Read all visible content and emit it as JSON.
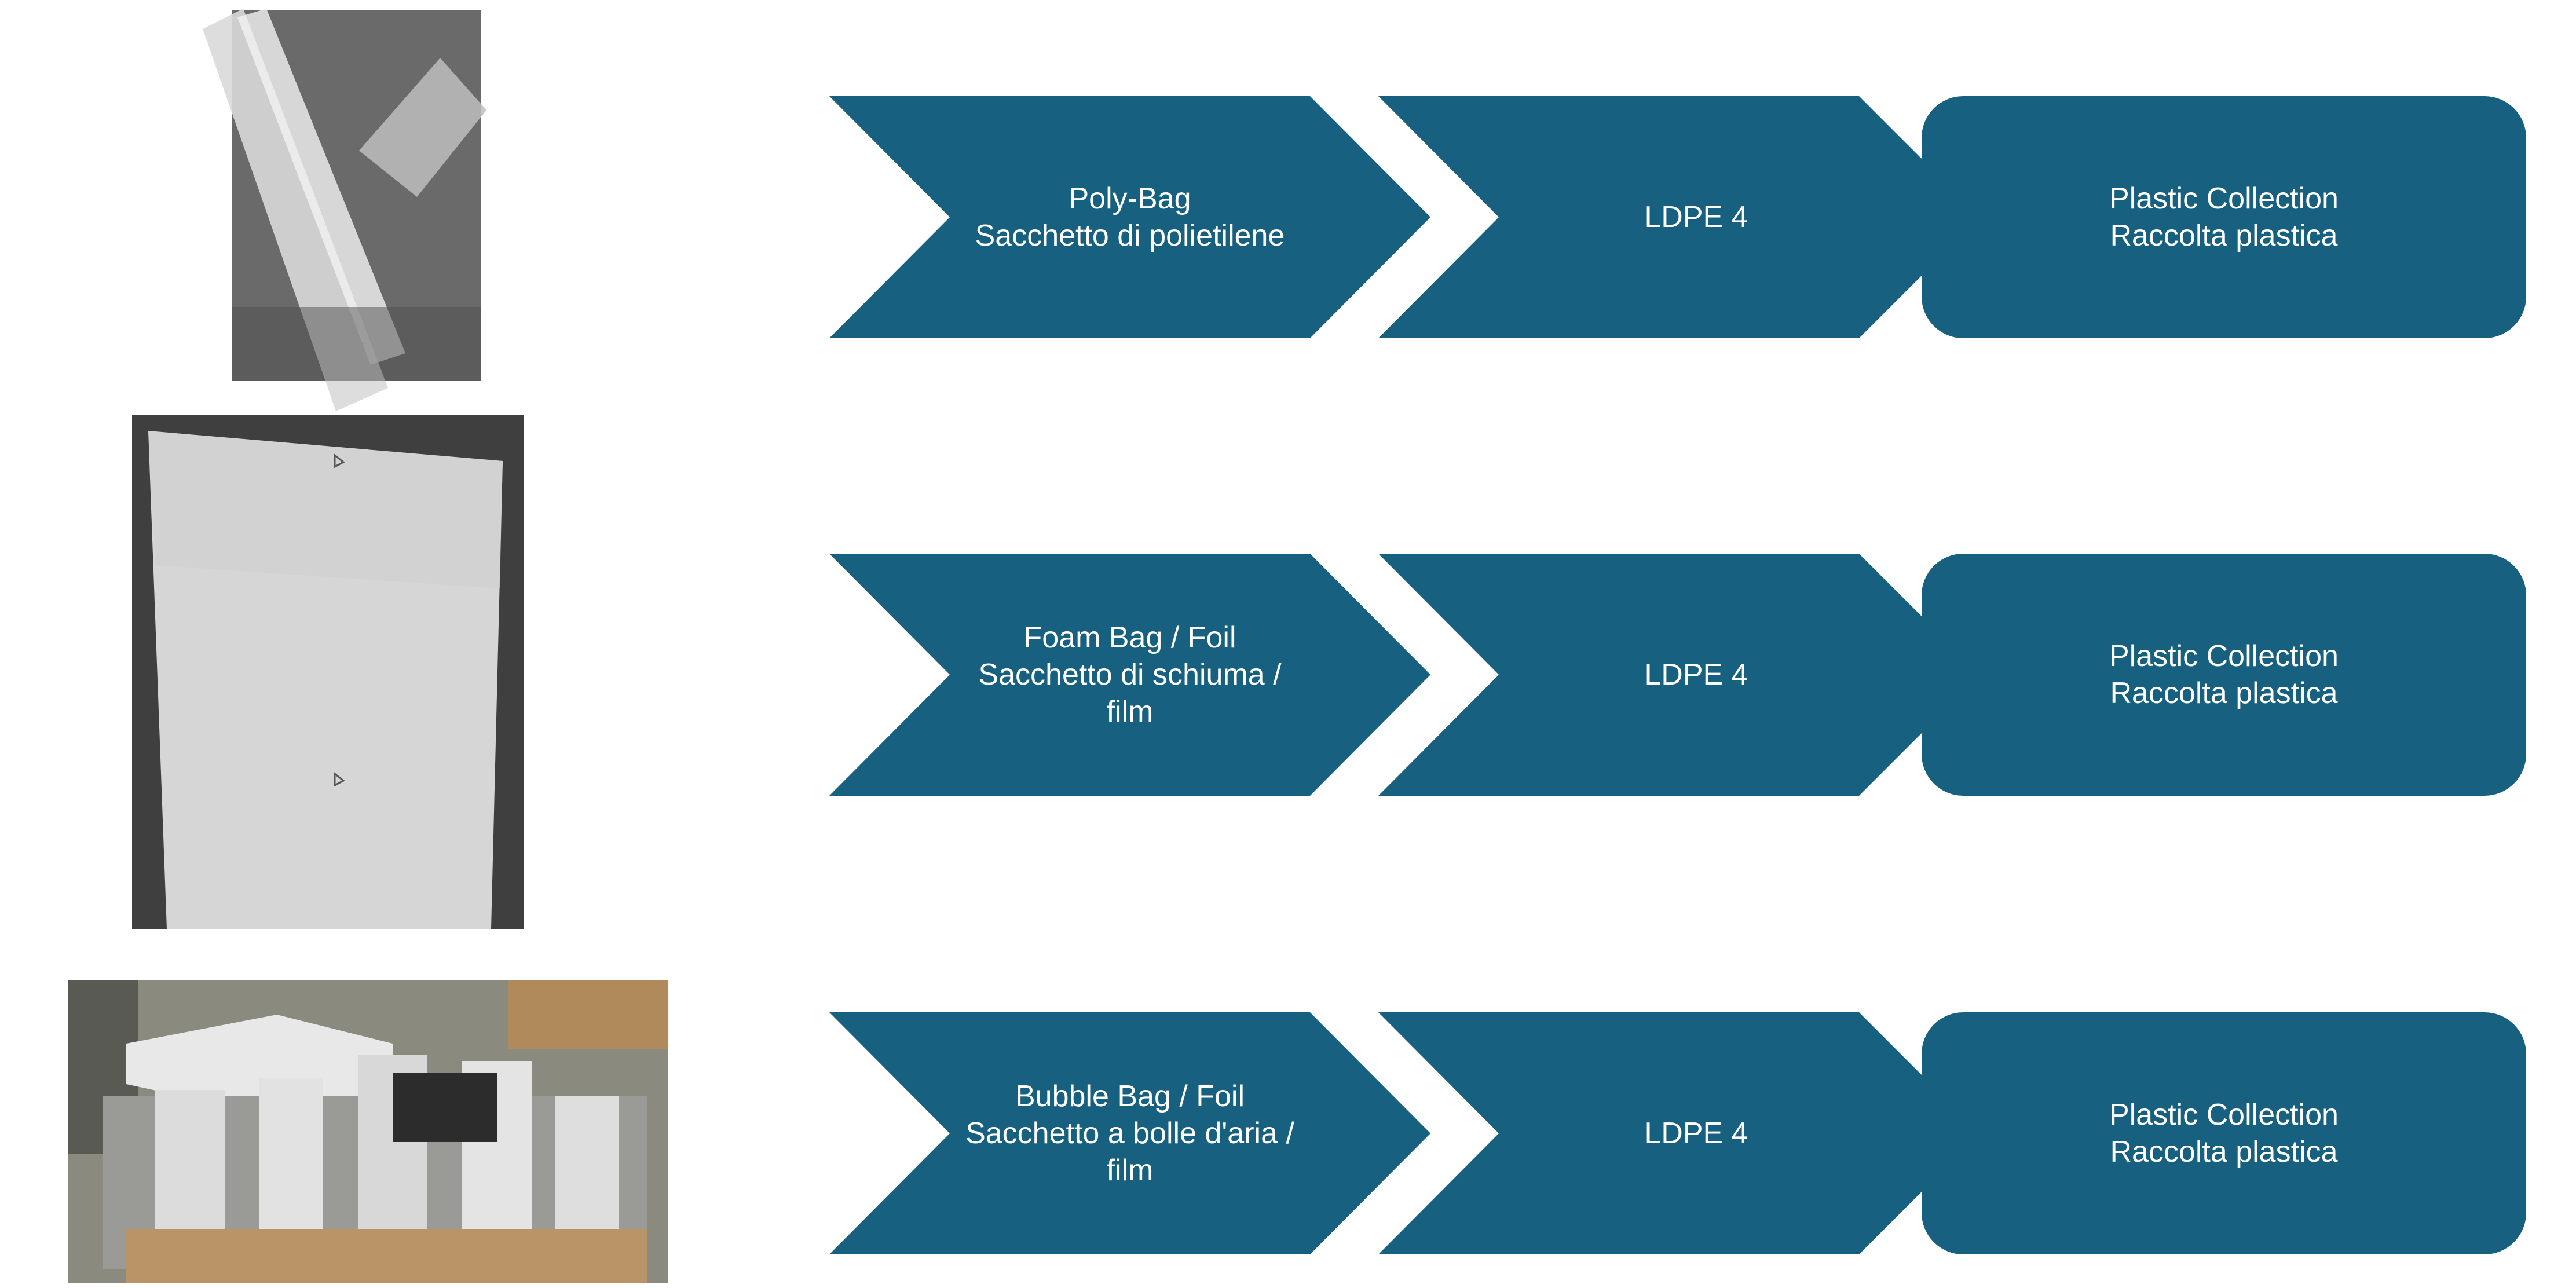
{
  "theme": {
    "shape_fill": "#17607f",
    "text_color": "#ffffff"
  },
  "rows": [
    {
      "photo_icon": "poly-bag-photo",
      "material_lines": [
        "Poly-Bag",
        "Sacchetto di polietilene"
      ],
      "code": "LDPE 4",
      "disposal_lines": [
        "Plastic Collection",
        "Raccolta plastica"
      ]
    },
    {
      "photo_icon": "foam-sheet-photo",
      "material_lines": [
        "Foam Bag / Foil",
        "Sacchetto di schiuma /",
        "film"
      ],
      "code": "LDPE 4",
      "disposal_lines": [
        "Plastic Collection",
        "Raccolta plastica"
      ]
    },
    {
      "photo_icon": "bubble-wrap-photo",
      "material_lines": [
        "Bubble Bag / Foil",
        "Sacchetto a bolle d'aria /",
        "film"
      ],
      "code": "LDPE 4",
      "disposal_lines": [
        "Plastic Collection",
        "Raccolta plastica"
      ]
    }
  ]
}
